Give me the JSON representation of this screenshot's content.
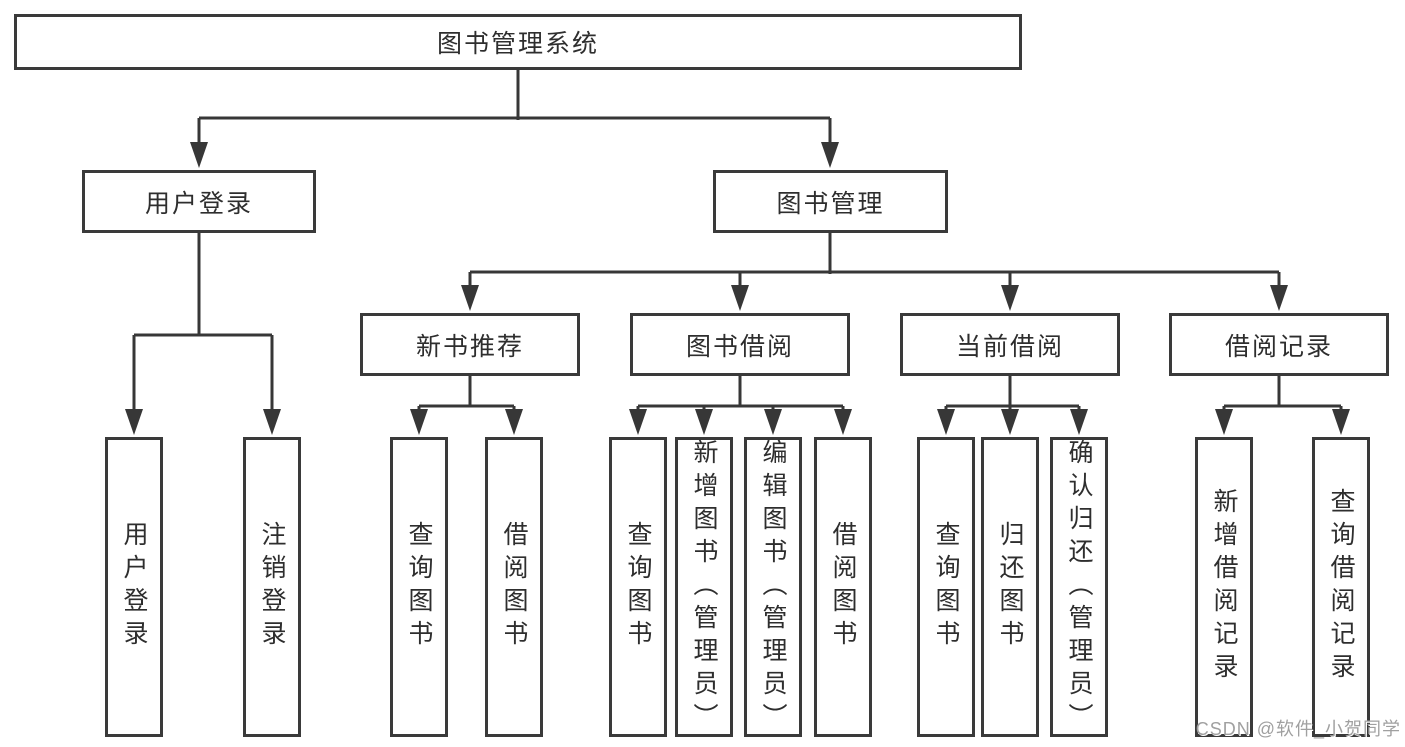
{
  "diagram": {
    "type": "tree-structure-chart",
    "colors": {
      "line": "#373737",
      "box_border": "#3a3a3a",
      "box_fill": "#ffffff",
      "text": "#2e2e2e",
      "watermark": "#a0a0a0"
    },
    "watermark": "CSDN @软件_小贺同学"
  },
  "tree": {
    "label": "图书管理系统",
    "children": [
      {
        "label": "用户登录",
        "children": [
          {
            "label": "用户登录"
          },
          {
            "label": "注销登录"
          }
        ]
      },
      {
        "label": "图书管理",
        "children": [
          {
            "label": "新书推荐",
            "children": [
              {
                "label": "查询图书"
              },
              {
                "label": "借阅图书"
              }
            ]
          },
          {
            "label": "图书借阅",
            "children": [
              {
                "label": "查询图书"
              },
              {
                "label": "新增图书（管理员）"
              },
              {
                "label": "编辑图书（管理员）"
              },
              {
                "label": "借阅图书"
              }
            ]
          },
          {
            "label": "当前借阅",
            "children": [
              {
                "label": "查询图书"
              },
              {
                "label": "归还图书"
              },
              {
                "label": "确认归还（管理员）"
              }
            ]
          },
          {
            "label": "借阅记录",
            "children": [
              {
                "label": "新增借阅记录"
              },
              {
                "label": "查询借阅记录"
              }
            ]
          }
        ]
      }
    ]
  }
}
